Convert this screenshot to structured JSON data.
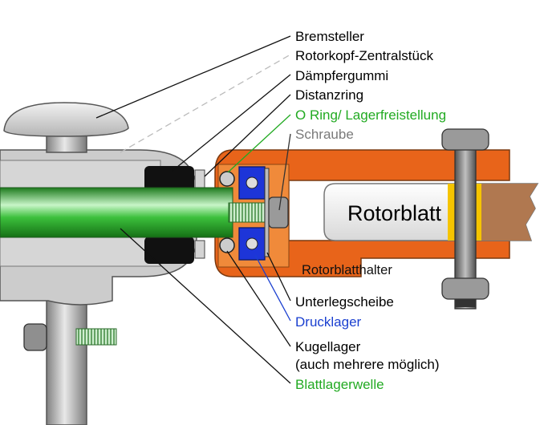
{
  "diagram": {
    "labels": {
      "bremsteller": "Bremsteller",
      "zentralstueck": "Rotorkopf-Zentralstück",
      "daempfergummi": "Dämpfergummi",
      "distanzring": "Distanzring",
      "o_ring": "O Ring/ Lagerfreistellung",
      "schraube": "Schraube",
      "unterlegscheibe": "Unterlegscheibe",
      "drucklager": "Drucklager",
      "kugellager_1": "Kugellager",
      "kugellager_2": "(auch mehrere möglich)",
      "blattlagerwelle": "Blattlagerwelle",
      "rotorblatt": "Rotorblatt",
      "rotorblatthalter": "Rotorblatthalter"
    },
    "colors": {
      "black_label": "#000000",
      "gray_label": "#7a7a7a",
      "green_label": "#22aa22",
      "blue_label": "#1a3fd0",
      "housing": "#c8c8c8",
      "holder": "#e8641a",
      "shaft": "#2fb02f",
      "bearing": "#1d35d8",
      "blade_tip": "#b07850"
    }
  }
}
